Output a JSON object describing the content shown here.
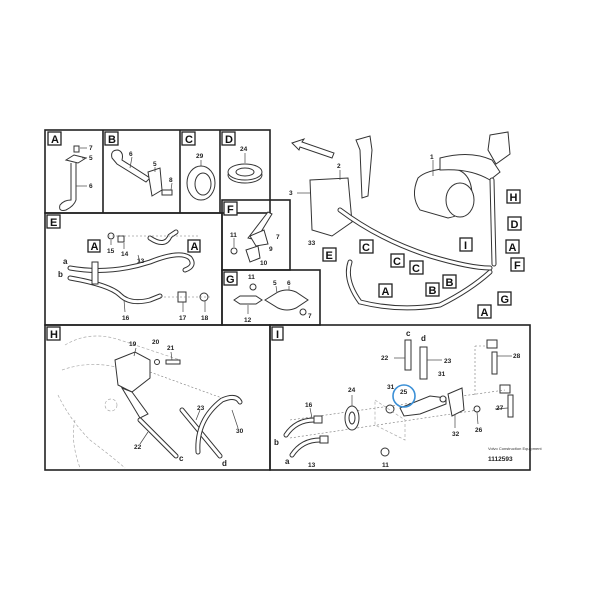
{
  "panels": {
    "A": {
      "label": "A",
      "callouts": [
        "7",
        "5",
        "6"
      ]
    },
    "B": {
      "label": "B",
      "callouts": [
        "6",
        "5",
        "8"
      ]
    },
    "C": {
      "label": "C",
      "callouts": [
        "29"
      ]
    },
    "D": {
      "label": "D",
      "callouts": [
        "24"
      ]
    },
    "E": {
      "label": "E",
      "callouts": [
        "15",
        "14",
        "13",
        "16",
        "17",
        "18",
        "a",
        "b"
      ],
      "refs": [
        "A",
        "A"
      ]
    },
    "F": {
      "label": "F",
      "callouts": [
        "11",
        "7",
        "9",
        "10"
      ]
    },
    "G": {
      "label": "G",
      "callouts": [
        "11",
        "5",
        "6",
        "12",
        "7"
      ]
    },
    "H": {
      "label": "H",
      "callouts": [
        "19",
        "20",
        "21",
        "23",
        "30",
        "22",
        "c",
        "d"
      ]
    },
    "I": {
      "label": "I",
      "callouts": [
        "c",
        "d",
        "22",
        "23",
        "28",
        "31",
        "25",
        "31",
        "24",
        "16",
        "27",
        "32",
        "26",
        "11",
        "b",
        "a",
        "13"
      ]
    }
  },
  "overview": {
    "callouts": [
      "1",
      "2",
      "3",
      "33"
    ],
    "refs": [
      "H",
      "D",
      "A",
      "I",
      "F",
      "G",
      "A",
      "B",
      "B",
      "A",
      "E",
      "C",
      "C",
      "C"
    ]
  },
  "caption": {
    "company": "Volvo Construction Equipment",
    "number": "1112593"
  },
  "colors": {
    "highlight": "#3a8fd6",
    "line": "#222222"
  }
}
